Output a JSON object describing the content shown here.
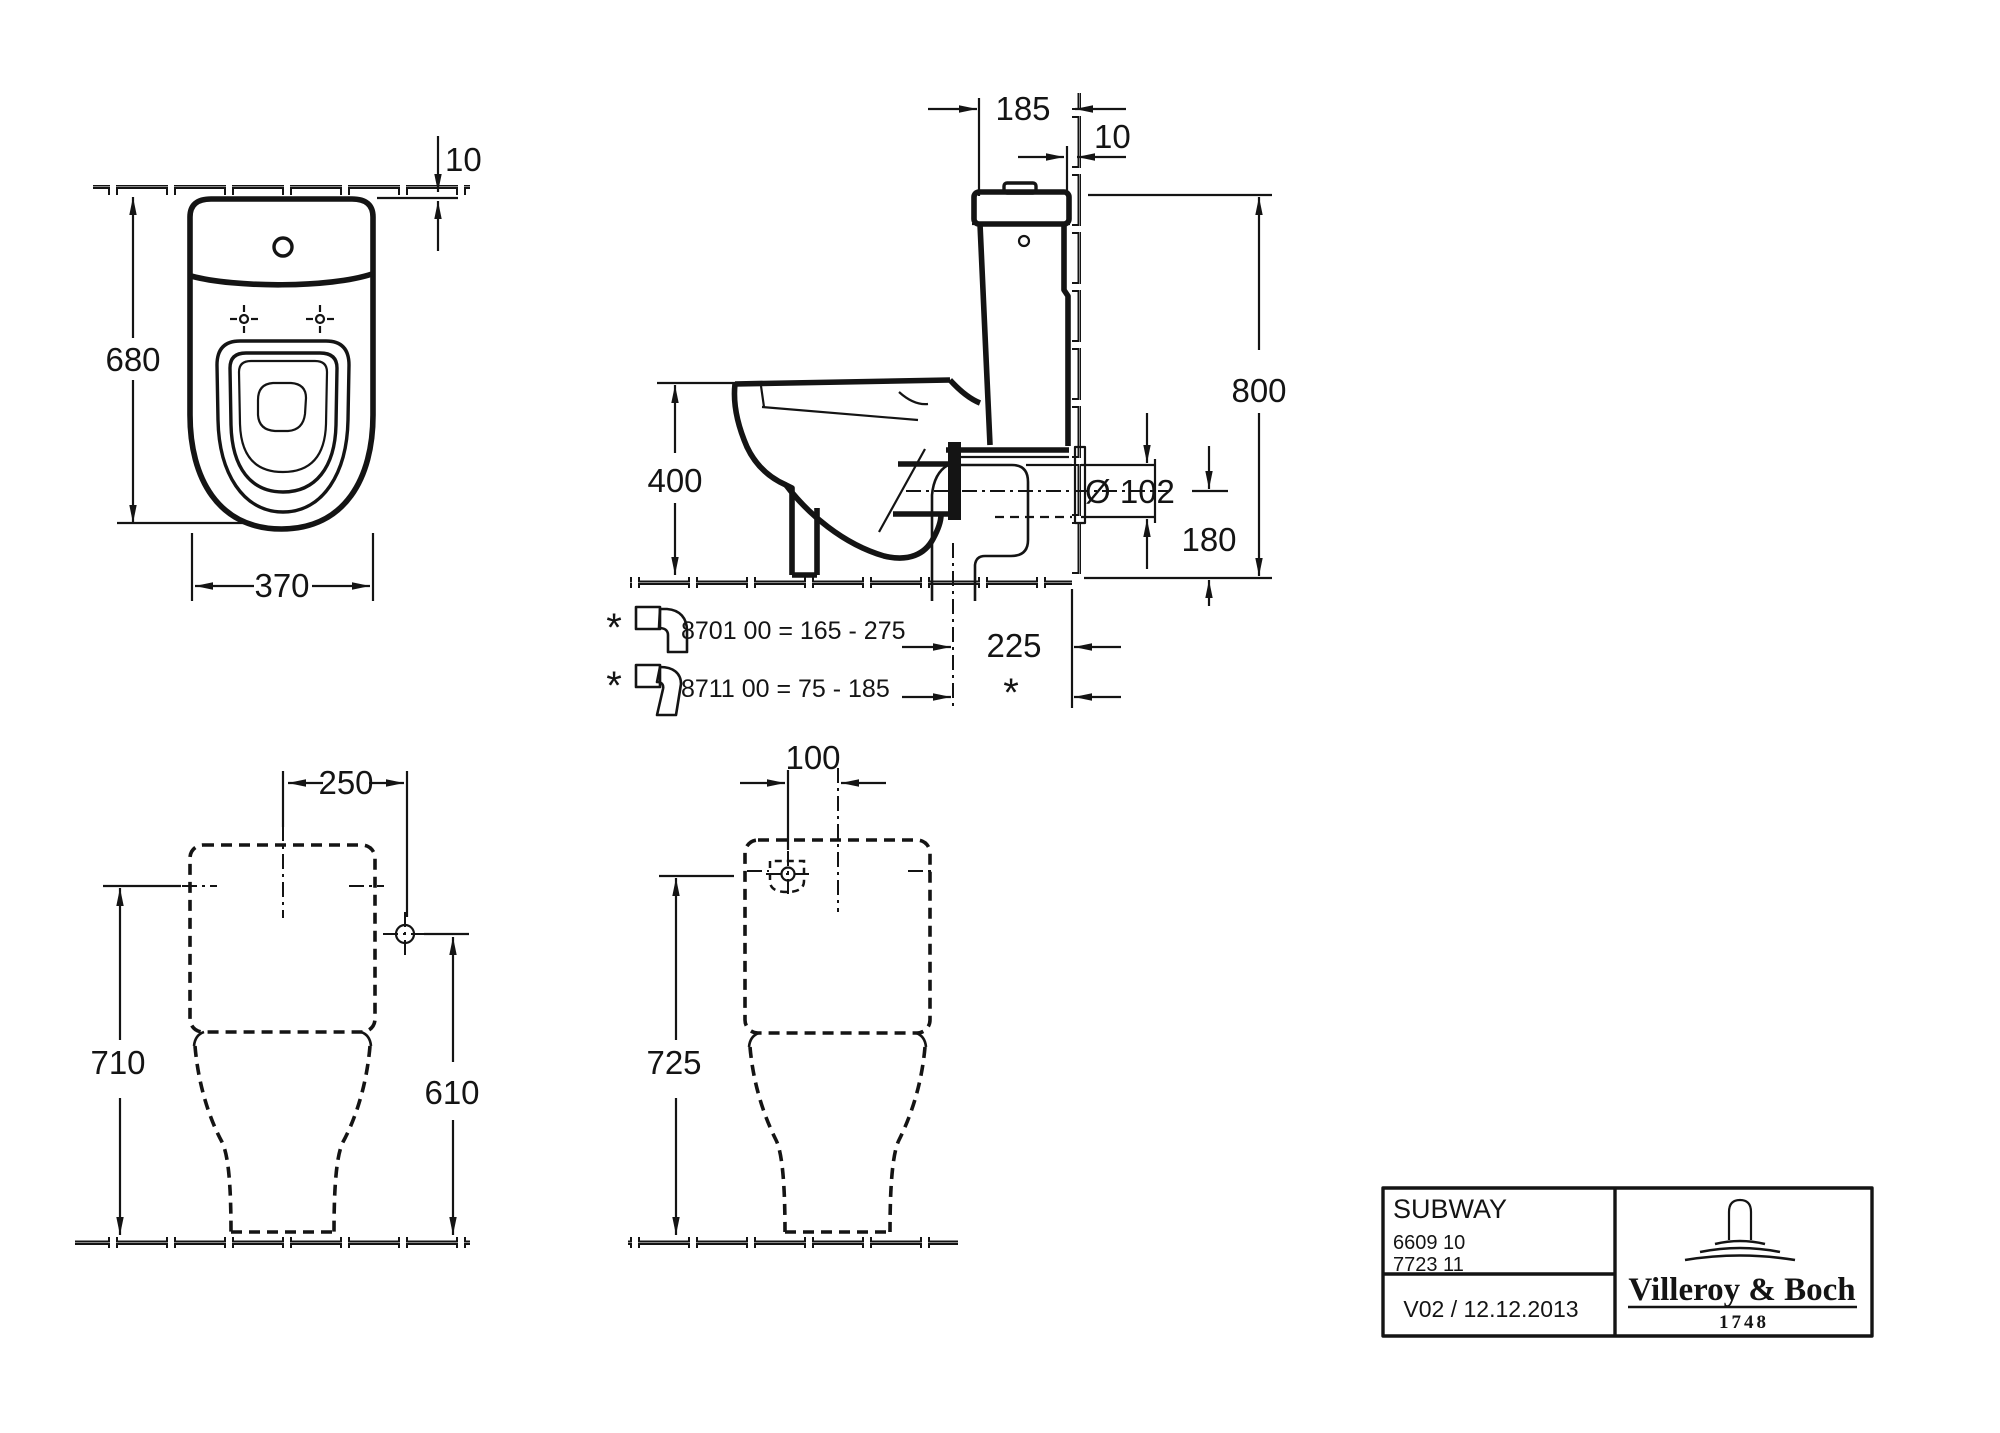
{
  "title_block": {
    "product_name": "SUBWAY",
    "article_number_1": "6609 10",
    "article_number_2": "7723 11",
    "version_date": "V02 / 12.12.2013",
    "brand_name": "Villeroy & Boch",
    "brand_founded_year": "1748"
  },
  "dimensions": {
    "top_view": {
      "depth": "680",
      "width": "370",
      "wall_clearance": "10"
    },
    "side_view": {
      "cistern_depth_from_wall": "185",
      "wall_clearance": "10",
      "total_height": "800",
      "rim_height": "400",
      "outlet_diameter": "Ø 102",
      "outlet_center_height": "180",
      "outlet_axis_to_wall": "225"
    },
    "front_view": {
      "tank_center_to_inlet": "250",
      "body_height": "710",
      "inlet_height": "610"
    },
    "rear_view": {
      "inlet_to_center": "100",
      "body_height": "725"
    }
  },
  "notes": {
    "note_1_marker": "*",
    "note_1_text": "8701 00 = 165 - 275",
    "note_2_marker": "*",
    "note_2_text": "8711 00 = 75 - 185",
    "variable_dimension_marker": "*"
  }
}
